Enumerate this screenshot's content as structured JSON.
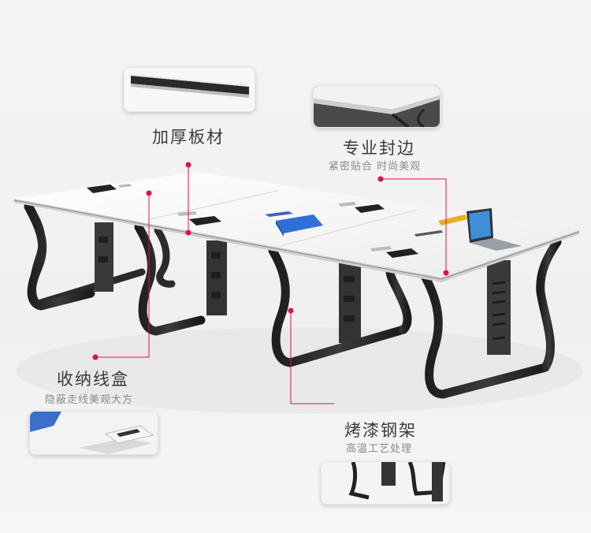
{
  "features": {
    "thick_board": {
      "title": "加厚板材"
    },
    "edge_banding": {
      "title": "专业封边",
      "subtitle": "紧密贴合 时尚美观"
    },
    "cable_box": {
      "title": "收纳线盒",
      "subtitle": "隐蔽走线美观大方"
    },
    "steel_frame": {
      "title": "烤漆钢架",
      "subtitle": "高温工艺处理"
    }
  },
  "colors": {
    "marker": "#e0104e",
    "steel": "#2b2b2b",
    "desktop": "#f7f7f7",
    "folder": "#2f6fd6"
  }
}
